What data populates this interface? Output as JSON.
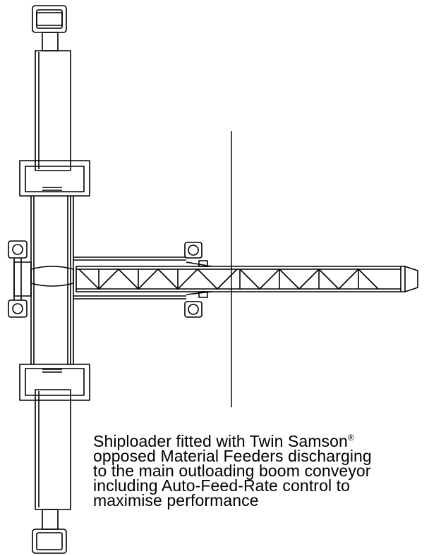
{
  "caption": {
    "line1_pre": "Shiploader fitted with Twin Samson",
    "registered_mark": "®",
    "line2": "opposed Material Feeders discharging",
    "line3": "to the main outloading boom conveyor",
    "line4": "including Auto-Feed-Rate control to",
    "line5": "maximise performance"
  },
  "colors": {
    "line": "#000000",
    "background": "#ffffff"
  }
}
